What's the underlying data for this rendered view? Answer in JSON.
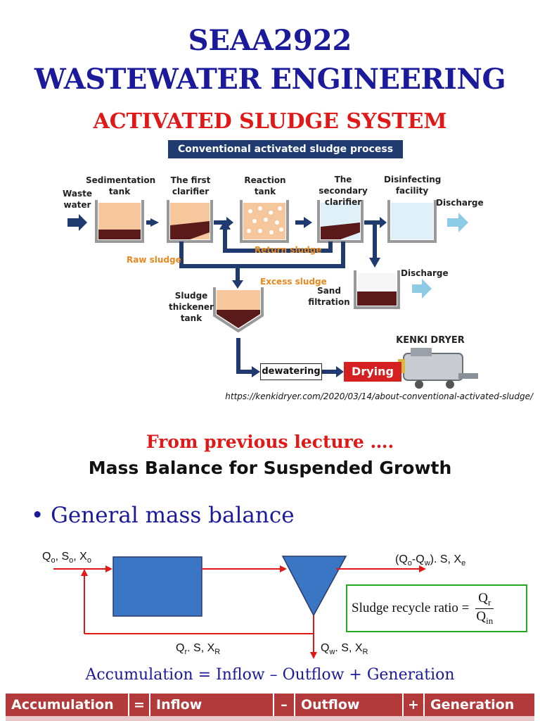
{
  "header": {
    "course_code": "SEAA2922",
    "course_name": "WASTEWATER ENGINEERING",
    "topic": "ACTIVATED SLUDGE SYSTEM"
  },
  "process_figure": {
    "banner": "Conventional activated sludge process",
    "labels": {
      "waste_water": "Waste water",
      "sedimentation_tank": "Sedimentation tank",
      "first_clarifier": "The first clarifier",
      "reaction_tank": "Reaction tank",
      "secondary_clarifier": "The secondary clarifier",
      "disinfecting_facility": "Disinfecting facility",
      "discharge_1": "Discharge",
      "discharge_2": "Discharge",
      "raw_sludge": "Raw sludge",
      "return_sludge": "Return sludge",
      "excess_sludge": "Excess sludge",
      "sand_filtration": "Sand filtration",
      "sludge_thickener": "Sludge thickener tank",
      "kenki_dryer": "KENKI DRYER",
      "dewatering": "dewatering",
      "drying": "Drying"
    },
    "source_url": "https://kenkidryer.com/2020/03/14/about-conventional-activated-sludge/"
  },
  "section": {
    "previous_lecture": "From previous lecture ….",
    "title": "Mass Balance for Suspended Growth",
    "bullet": "General mass balance"
  },
  "diagram": {
    "inflow_label": {
      "q": "Q",
      "q_sub": "o",
      "s": ", S",
      "s_sub": "o",
      "x": ", X",
      "x_sub": "o"
    },
    "effluent_label": {
      "prefix": "(Q",
      "q_sub": "o",
      "mid": "-Q",
      "w_sub": "w",
      "rest": "). S, X",
      "x_sub": "e"
    },
    "recycle_label": {
      "q": "Q",
      "q_sub": "r",
      "rest": ". S, X",
      "x_sub": "R"
    },
    "waste_label": {
      "q": "Q",
      "q_sub": "w",
      "rest": ". S, X",
      "x_sub": "R"
    },
    "ratio": {
      "text": "Sludge recycle ratio =",
      "num": "Q",
      "num_sub": "r",
      "den": "Q",
      "den_sub": "in"
    }
  },
  "equation": "Accumulation = Inflow – Outflow + Generation",
  "table": {
    "cells": [
      "Accumulation",
      "=",
      "Inflow",
      "–",
      "Outflow",
      "+",
      "Generation"
    ]
  }
}
